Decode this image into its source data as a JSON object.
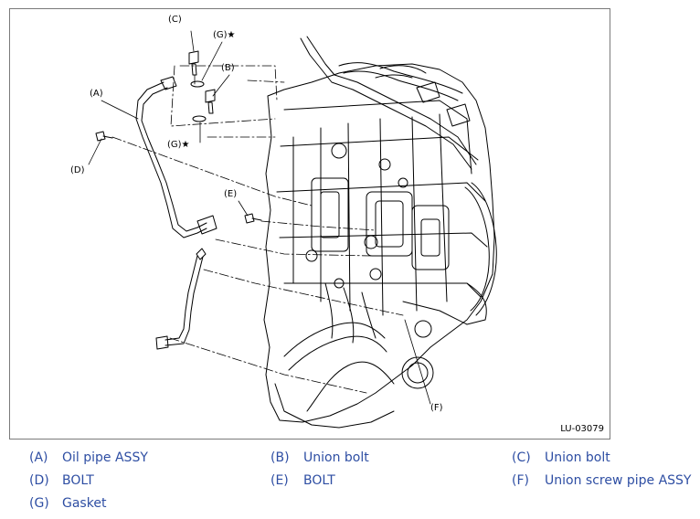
{
  "figure": {
    "id": "LU-03079",
    "callouts": {
      "A": "(A)",
      "B": "(B)",
      "C": "(C)",
      "D": "(D)",
      "E": "(E)",
      "F": "(F)",
      "G_upper": "(G)★",
      "G_lower": "(G)★"
    }
  },
  "legend": [
    {
      "key": "(A)",
      "text": "Oil pipe ASSY"
    },
    {
      "key": "(B)",
      "text": "Union bolt"
    },
    {
      "key": "(C)",
      "text": "Union bolt"
    },
    {
      "key": "(D)",
      "text": "BOLT"
    },
    {
      "key": "(E)",
      "text": "BOLT"
    },
    {
      "key": "(F)",
      "text": "Union screw pipe ASSY"
    },
    {
      "key": "(G)",
      "text": "Gasket"
    }
  ],
  "colors": {
    "legend_text": "#2e4ea3",
    "line_art": "#000000",
    "frame": "#7a7a7a"
  }
}
